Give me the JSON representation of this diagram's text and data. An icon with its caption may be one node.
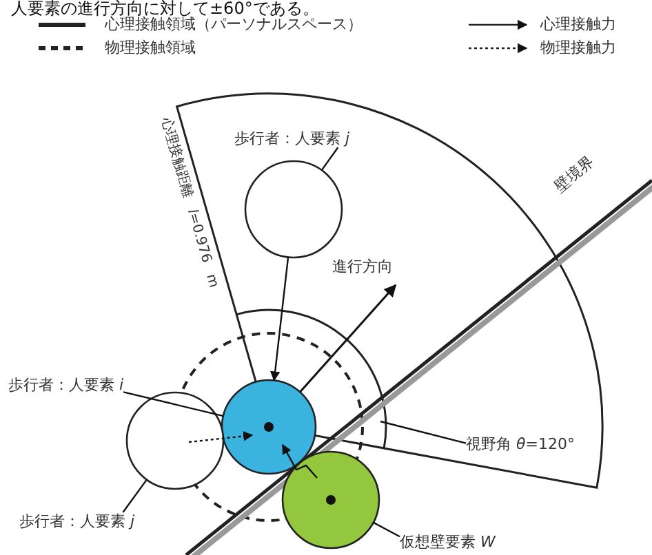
{
  "diagram": {
    "nodes": [
      {
        "text": [
          "歩行者：人要素 *j*"
        ]
      },
      {
        "text": [],
        "shape": "circle"
      },
      {
        "text": [
          "歩行者：人要素 *i*"
        ]
      },
      {
        "text": [],
        "shape": "circle"
      },
      {
        "text": [
          "歩行者：人要素 *j*"
        ]
      },
      {
        "text": [],
        "shape": "circle"
      },
      {
        "text": [
          "仮想壁要素 *W*"
        ]
      },
      {
        "text": [],
        "shape": "circle"
      },
      {
        "text": [
          "視野角 *θ*=120°"
        ]
      }
    ],
    "edges": [
      {
        "from": 0,
        "to": 1,
        "arrow": "none"
      },
      {
        "from": 2,
        "to": 3,
        "arrow": "none"
      },
      {
        "from": 4,
        "to": 5,
        "arrow": "none"
      },
      {
        "from": 6,
        "to": 7,
        "arrow": "none"
      },
      {
        "from": 8,
        "to": null,
        "arrow": "none"
      },
      {
        "from": 1,
        "to": 3,
        "arrow": "to"
      },
      {
        "from": 5,
        "to": 3,
        "arrow": "to",
        "style": "dashed"
      },
      {
        "from": 7,
        "to": 3,
        "arrow": "to"
      }
    ],
    "labels": [
      "人要素の進行方向に対して±60°である。",
      "心理接触距離 *l*=0.976 m",
      "進行方向",
      "壁境界"
    ],
    "legend": [
      {
        "text": "心理接触領域（パーソナルスペース）"
      },
      {
        "text": "心理接触力"
      },
      {
        "text": "物理接触領域"
      },
      {
        "text": "物理接触力"
      }
    ]
  }
}
